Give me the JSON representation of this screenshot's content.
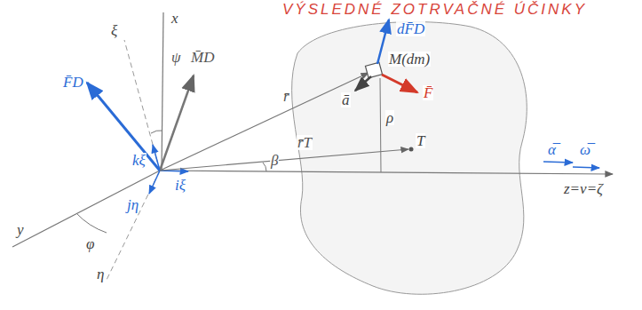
{
  "diagram": {
    "title": "VÝSLEDNÉ ZOTRVAČNÉ ÚČINKY",
    "labels": [
      "ξ",
      "x",
      "M̄D",
      "F̄D",
      "ψ",
      "kξ",
      "iξ",
      "jη",
      "y",
      "φ",
      "η",
      "r̄",
      "r̄T",
      "T",
      "β",
      "ρ",
      "M(dm)",
      "dF̄D",
      "ā",
      "F̄",
      "α̅",
      "ω̅",
      "z=v=ζ"
    ]
  }
}
